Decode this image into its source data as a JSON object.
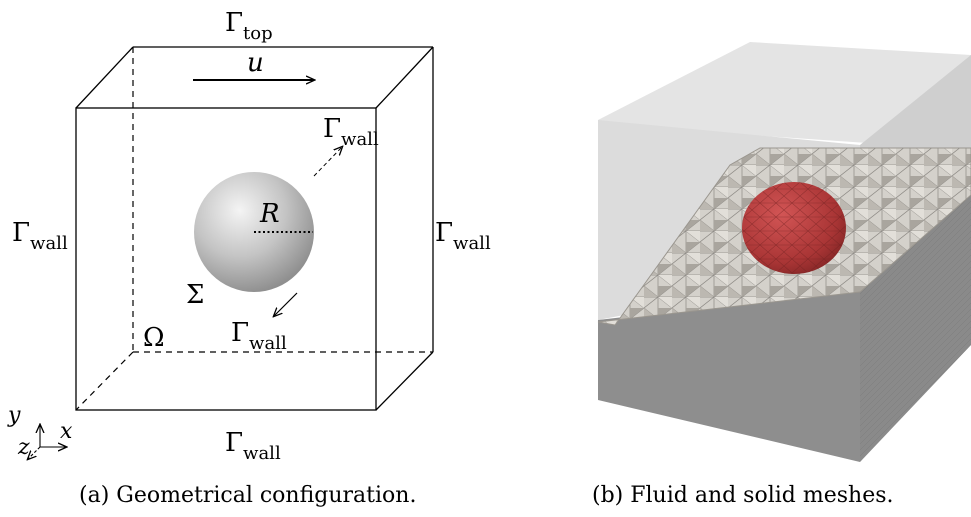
{
  "panel_a": {
    "labels": {
      "gamma_top": {
        "sym": "Γ",
        "sub": "top"
      },
      "gamma_wall_left": {
        "sym": "Γ",
        "sub": "wall"
      },
      "gamma_wall_right": {
        "sym": "Γ",
        "sub": "wall"
      },
      "gamma_wall_bottom": {
        "sym": "Γ",
        "sub": "wall"
      },
      "gamma_wall_back": {
        "sym": "Γ",
        "sub": "wall"
      },
      "gamma_wall_front": {
        "sym": "Γ",
        "sub": "wall"
      },
      "velocity": "u",
      "radius": "R",
      "interface": "Σ",
      "domain": "Ω"
    },
    "axes": {
      "x": "x",
      "y": "y",
      "z": "z"
    },
    "caption": "(a) Geometrical configuration."
  },
  "panel_b": {
    "caption": "(b) Fluid and solid meshes.",
    "colors": {
      "solid_sphere": "#b03a3a",
      "fluid_mesh": "#d4d1cb",
      "box_top": "#d6d6d6",
      "box_side": "#8e8e8e"
    }
  }
}
